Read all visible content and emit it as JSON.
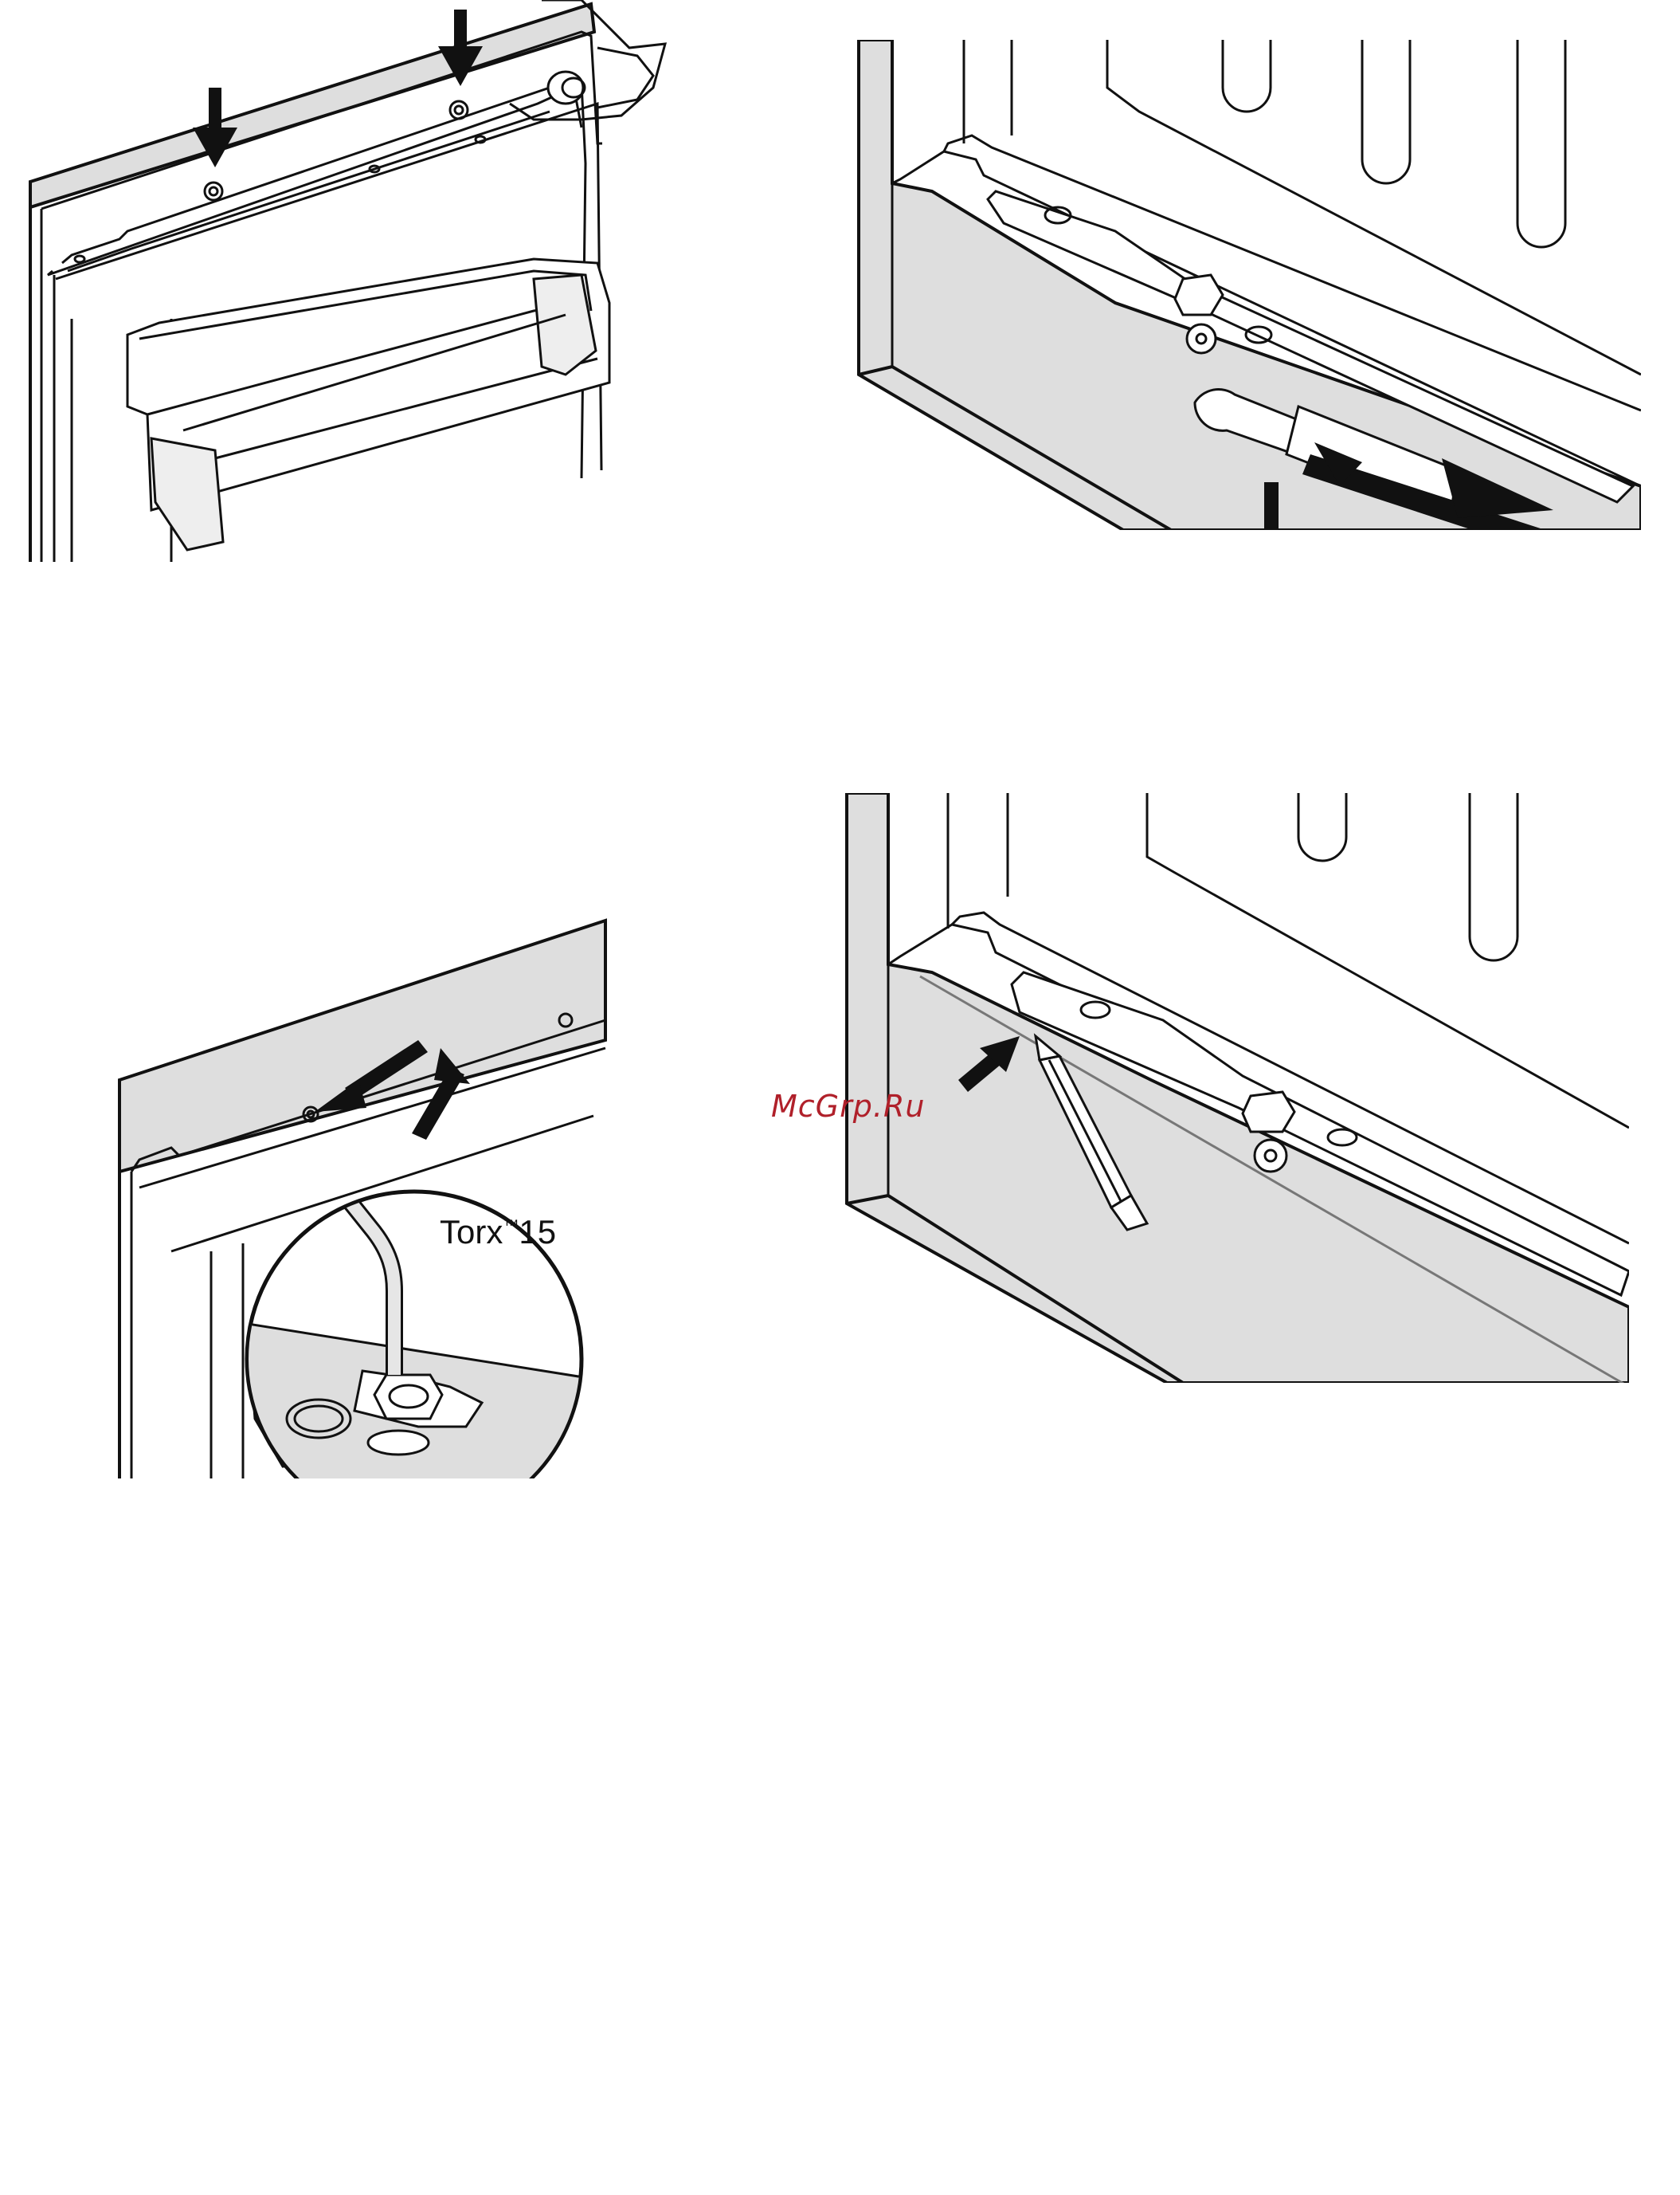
{
  "watermark": "McGrp.Ru",
  "figure3": {
    "tool_name": "Torx",
    "tool_mark": "™",
    "tool_size": "15"
  },
  "colors": {
    "line": "#111111",
    "panel_fill": "#dedede",
    "paper": "#ffffff",
    "watermark": "#b0202a"
  },
  "icons": [
    "down-arrow-icon",
    "right-arrow-icon",
    "left-arrow-icon",
    "up-right-arrow-icon",
    "pencil-icon",
    "screwdriver-icon",
    "hinge-icon",
    "torx-key-icon"
  ]
}
